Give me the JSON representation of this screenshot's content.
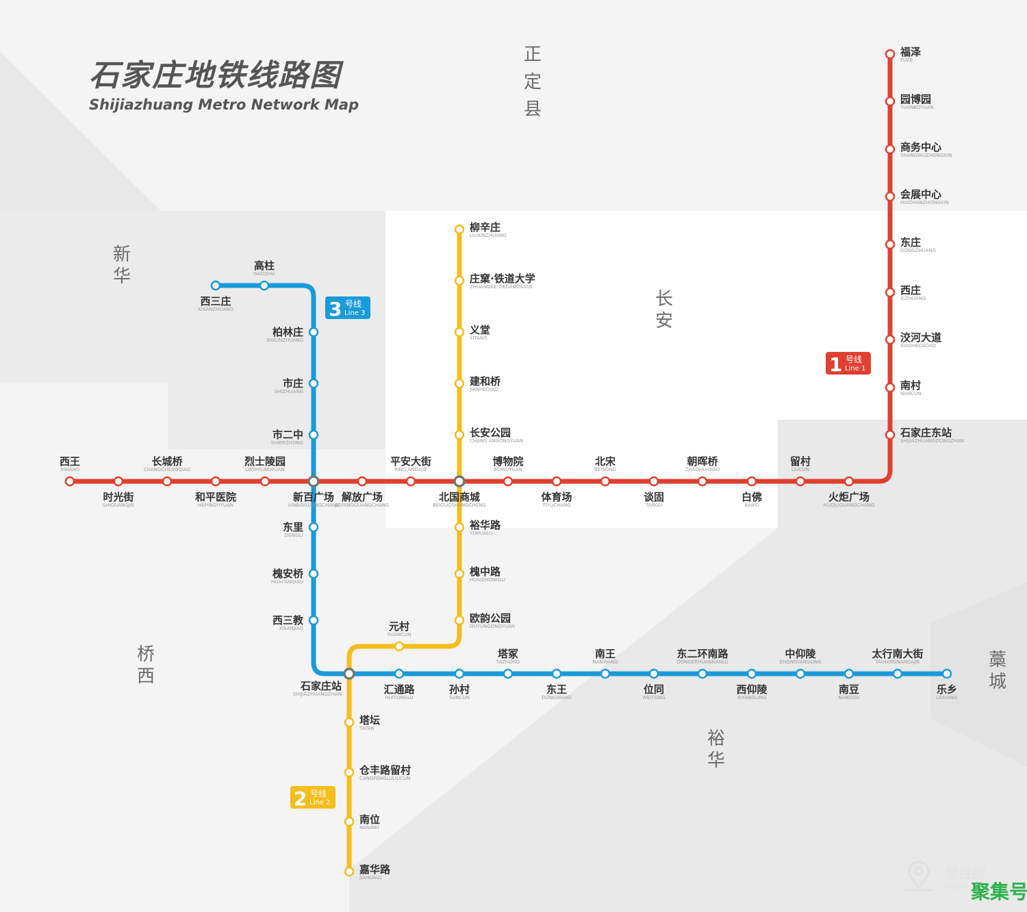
{
  "title": {
    "cn": "石家庄地铁线路图",
    "en": "Shijiazhuang Metro Network Map"
  },
  "districts": [
    {
      "id": "zhengding",
      "text": "正定县"
    },
    {
      "id": "xinhua",
      "text": "新华"
    },
    {
      "id": "changan",
      "text": "长安"
    },
    {
      "id": "qiaoxi",
      "text": "桥西"
    },
    {
      "id": "yuhua",
      "text": "裕华"
    },
    {
      "id": "gaocheng",
      "text": "藁城"
    }
  ],
  "lines": {
    "line1": {
      "num": "1",
      "cn": "号线",
      "en": "Line 1",
      "color": "#e04030"
    },
    "line2": {
      "num": "2",
      "cn": "号线",
      "en": "Line 2",
      "color": "#f5bd1c"
    },
    "line3": {
      "num": "3",
      "cn": "号线",
      "en": "Line 3",
      "color": "#1a9ad9"
    }
  },
  "transfer_color": "#777777",
  "stations": {
    "line1": [
      {
        "name": "西王",
        "py": "XIWANG"
      },
      {
        "name": "时光街",
        "py": "SHIGUANGJIE"
      },
      {
        "name": "长城桥",
        "py": "CHANGCHENGQIAO"
      },
      {
        "name": "和平医院",
        "py": "HEPINGYIYUAN"
      },
      {
        "name": "烈士陵园",
        "py": "LIESHILINGYUAN"
      },
      {
        "name": "新百广场",
        "py": "XINBAIGUANGCHANG"
      },
      {
        "name": "解放广场",
        "py": "JIEFANGGUANGCHANG"
      },
      {
        "name": "平安大街",
        "py": "PING'ANDAJIE"
      },
      {
        "name": "北国商城",
        "py": "BEIGUOSHANGCHENG"
      },
      {
        "name": "博物院",
        "py": "BOWUYUAN"
      },
      {
        "name": "体育场",
        "py": "TIYUCHANG"
      },
      {
        "name": "北宋",
        "py": "BEISONG"
      },
      {
        "name": "谈固",
        "py": "TANGU"
      },
      {
        "name": "朝晖桥",
        "py": "ZHAOHUIQIAO"
      },
      {
        "name": "白佛",
        "py": "BAIFO"
      },
      {
        "name": "留村",
        "py": "LIUCUN"
      },
      {
        "name": "火炬广场",
        "py": "HUOJUGUANGCHANG"
      },
      {
        "name": "石家庄东站",
        "py": "SHIJIAZHUANGDONGZHAN"
      },
      {
        "name": "南村",
        "py": "NANCUN"
      },
      {
        "name": "洨河大道",
        "py": "XIAOHEDADAO"
      },
      {
        "name": "西庄",
        "py": "XIZHUANG"
      },
      {
        "name": "东庄",
        "py": "DONGZHUANG"
      },
      {
        "name": "会展中心",
        "py": "HUIZHANZHONGXIN"
      },
      {
        "name": "商务中心",
        "py": "SHANGWUZHONGXIN"
      },
      {
        "name": "园博园",
        "py": "YUANBOYUAN"
      },
      {
        "name": "福泽",
        "py": "FUZE"
      }
    ],
    "line2": [
      {
        "name": "柳辛庄",
        "py": "LIUXINZHUANG"
      },
      {
        "name": "庄窠·铁道大学",
        "py": "ZHUANGKE·TIEDAODAXUE"
      },
      {
        "name": "义堂",
        "py": "YITANG"
      },
      {
        "name": "建和桥",
        "py": "JIANHEQIAO"
      },
      {
        "name": "长安公园",
        "py": "CHANG'ANGONGYUAN"
      },
      {
        "name": "裕华路",
        "py": "YUHUALU"
      },
      {
        "name": "槐中路",
        "py": "HUAIZHONGLU"
      },
      {
        "name": "欧韵公园",
        "py": "OUYUNGONGYUAN"
      },
      {
        "name": "元村",
        "py": "YUANCUN"
      },
      {
        "name": "塔坛",
        "py": "TATAN"
      },
      {
        "name": "仓丰路留村",
        "py": "CANGFENGLULIUCUN"
      },
      {
        "name": "南位",
        "py": "NANWEI"
      },
      {
        "name": "嘉华路",
        "py": "JIAHUALU"
      }
    ],
    "line3": [
      {
        "name": "西三庄",
        "py": "XISANZHUANG"
      },
      {
        "name": "高柱",
        "py": "GAOZHU"
      },
      {
        "name": "柏林庄",
        "py": "BAILINZHUANG"
      },
      {
        "name": "市庄",
        "py": "SHIZHUANG"
      },
      {
        "name": "市二中",
        "py": "SHIERZHONG"
      },
      {
        "name": "东里",
        "py": "DONGLI"
      },
      {
        "name": "槐安桥",
        "py": "HUAI'ANQIAO"
      },
      {
        "name": "西三教",
        "py": "XISANJIAO"
      },
      {
        "name": "石家庄站",
        "py": "SHIJIAZHUANGZHAN"
      },
      {
        "name": "汇通路",
        "py": "HUITONGLU"
      },
      {
        "name": "孙村",
        "py": "SUNCUN"
      },
      {
        "name": "塔冢",
        "py": "TAZHONG"
      },
      {
        "name": "东王",
        "py": "DONGWANG"
      },
      {
        "name": "南王",
        "py": "NANWANG"
      },
      {
        "name": "位同",
        "py": "WEITONG"
      },
      {
        "name": "东二环南路",
        "py": "DONGERHUANNANLU"
      },
      {
        "name": "西仰陵",
        "py": "XIYANGLING"
      },
      {
        "name": "中仰陵",
        "py": "ZHONGYANGLING"
      },
      {
        "name": "南豆",
        "py": "NANDOU"
      },
      {
        "name": "太行南大街",
        "py": "TAIHANGNANDAJIE"
      },
      {
        "name": "乐乡",
        "py": "LEXIANG"
      }
    ]
  },
  "watermark": {
    "logo": "地铁图",
    "sub": "DITIETU",
    "brand": "聚集号"
  }
}
